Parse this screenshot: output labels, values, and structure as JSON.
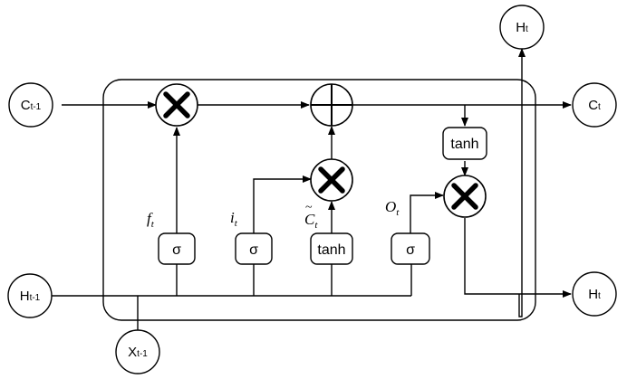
{
  "nodes": {
    "c_prev": {
      "main": "C",
      "sub": "t-1"
    },
    "c_t": {
      "main": "C",
      "sub": "t"
    },
    "h_prev": {
      "main": "H",
      "sub": "t-1"
    },
    "h_t_top": {
      "main": "H",
      "sub": "t"
    },
    "h_t_right": {
      "main": "H",
      "sub": "t"
    },
    "x_prev": {
      "main": "X",
      "sub": "t-1"
    }
  },
  "gates": {
    "forget": {
      "fn": "σ",
      "label": "f",
      "sub": "t"
    },
    "input": {
      "fn": "σ",
      "label": "i",
      "sub": "t"
    },
    "candidate": {
      "fn": "tanh",
      "label": "C",
      "sub": "t",
      "accent": "~"
    },
    "output": {
      "fn": "σ",
      "label": "O",
      "sub": "t"
    }
  },
  "cell_tanh": {
    "fn": "tanh"
  },
  "operators": {
    "forget_mult": "multiply",
    "cell_add": "add",
    "input_mult": "multiply",
    "output_mult": "multiply"
  }
}
